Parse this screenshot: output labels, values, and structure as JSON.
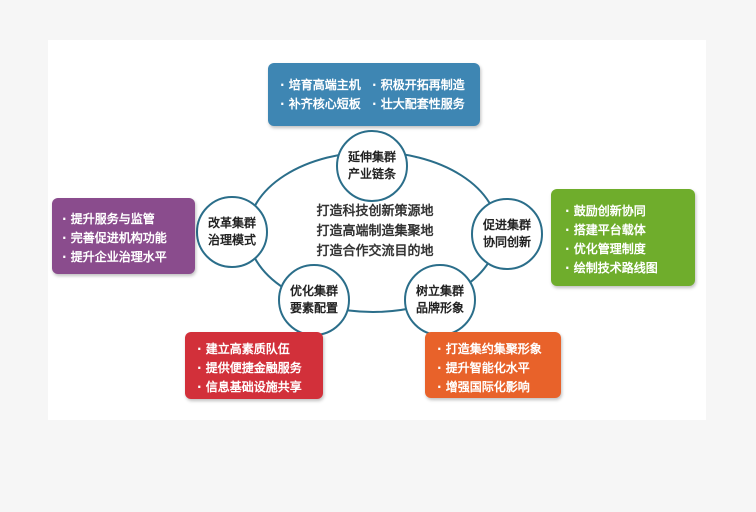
{
  "nodes": {
    "top": [
      "延伸集群",
      "产业链条"
    ],
    "left": [
      "改革集群",
      "治理模式"
    ],
    "right": [
      "促进集群",
      "协同创新"
    ],
    "bottom_left": [
      "优化集群",
      "要素配置"
    ],
    "bottom_right": [
      "树立集群",
      "品牌形象"
    ]
  },
  "center": [
    "打造科技创新策源地",
    "打造高端制造集聚地",
    "打造合作交流目的地"
  ],
  "boxes": {
    "top": [
      "· 培育高端主机",
      "· 积极开拓再制造",
      "· 补齐核心短板",
      "· 壮大配套性服务"
    ],
    "left": [
      "· 提升服务与监管",
      "· 完善促进机构功能",
      "· 提升企业治理水平"
    ],
    "right": [
      "· 鼓励创新协同",
      "· 搭建平台载体",
      "· 优化管理制度",
      "· 绘制技术路线图"
    ],
    "bottom_left": [
      "· 建立高素质队伍",
      "· 提供便捷金融服务",
      "· 信息基础设施共享"
    ],
    "bottom_right": [
      "· 打造集约集聚形象",
      "· 提升智能化水平",
      "· 增强国际化影响"
    ]
  },
  "colors": {
    "top_box": "#3e86b3",
    "left_box": "#8a4c8d",
    "right_box": "#6fad2c",
    "bottom_left_box": "#d2303a",
    "bottom_right_box": "#e8622a",
    "ring": "#2b6e8a"
  }
}
